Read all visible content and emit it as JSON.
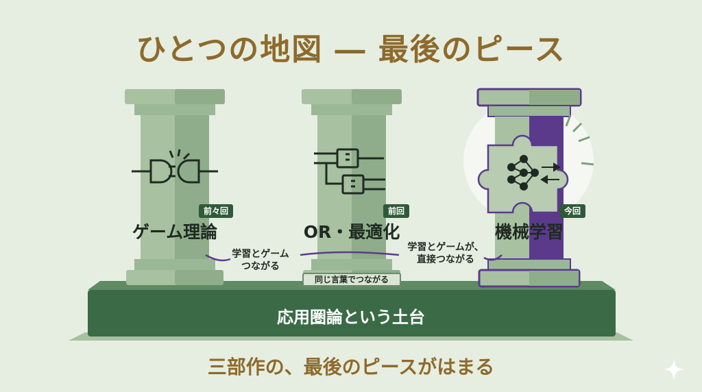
{
  "title": "ひとつの地図 ― 最後のピース",
  "pillars": [
    {
      "label": "ゲーム理論",
      "tag": "前々回",
      "icon": "plug-icon"
    },
    {
      "label": "OR・最適化",
      "tag": "前回",
      "icon": "circuit-blocks-icon"
    },
    {
      "label": "機械学習",
      "tag": "今回",
      "icon": "neural-network-puzzle-icon"
    }
  ],
  "connections": {
    "left_note_1": "学習とゲーム",
    "left_note_2": "つながる",
    "right_note_1": "学習とゲームが、",
    "right_note_2": "直接つながる",
    "middle_label": "同じ言葉でつながる"
  },
  "base_label": "応用圏論という土台",
  "subtitle": "三部作の、最後のピースがはまる",
  "colors": {
    "title_gold": "#8e6a2b",
    "base_green": "#3a6b46",
    "pillar_light": "#a8c1a0",
    "pillar_dark": "#7fa07c",
    "accent_purple": "#5b3a8c",
    "background": "#e6eee2"
  }
}
